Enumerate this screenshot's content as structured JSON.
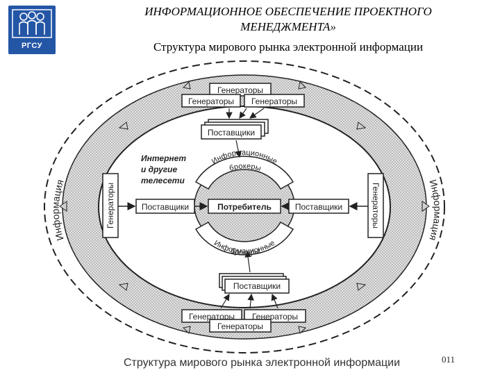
{
  "logo": {
    "text": "РГСУ"
  },
  "header": {
    "title_line1": "ИНФОРМАЦИОННОЕ ОБЕСПЕЧЕНИЕ ПРОЕКТНОГО",
    "title_line2": "МЕНЕДЖМЕНТА»",
    "subtitle": "Структура мирового рынка электронной информации"
  },
  "diagram": {
    "outer_label_left": "Информация",
    "outer_label_right": "Информация",
    "generators_label": "Генераторы",
    "suppliers_label": "Поставщики",
    "consumer_label": "Потребитель",
    "brokers_line1": "Информационные",
    "brokers_line2": "брокеры",
    "internet_line1": "Интернет",
    "internet_line2": "и другие",
    "internet_line3": "телесети"
  },
  "footer": {
    "caption": "Структура мирового рынка электронной информации",
    "page_number": "011"
  },
  "colors": {
    "logo_bg": "#2456a6",
    "ring_fill": "#d6d6d6",
    "line": "#222222"
  }
}
